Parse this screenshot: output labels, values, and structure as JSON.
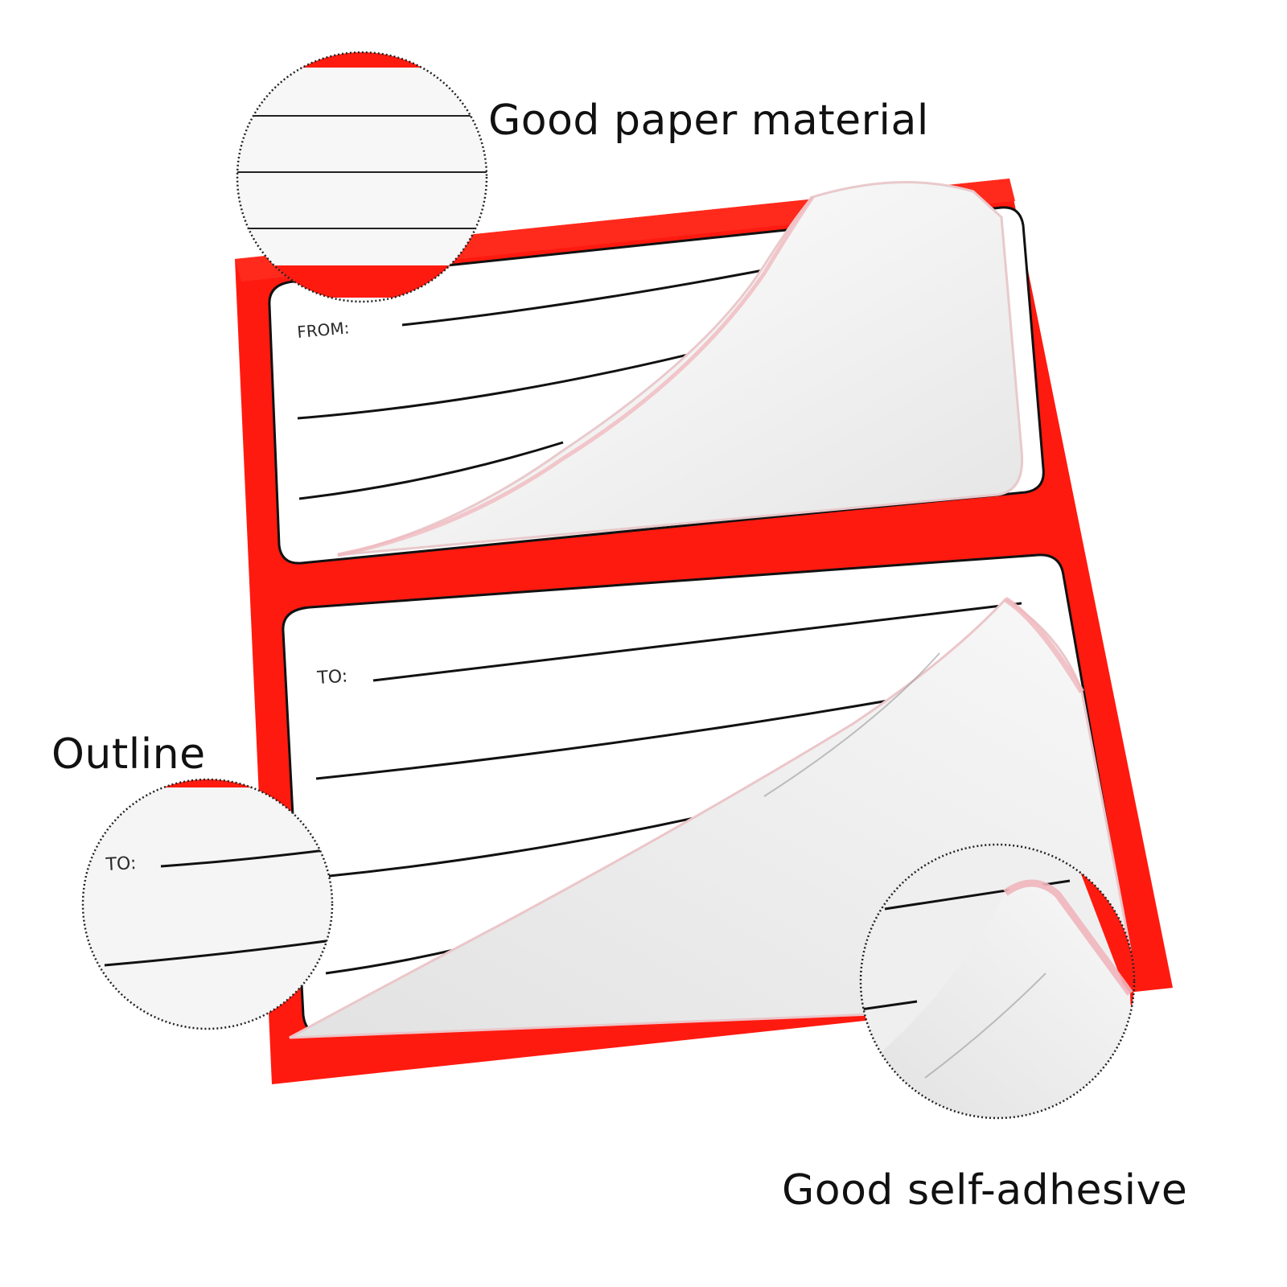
{
  "captions": {
    "paper": "Good paper material",
    "outline": "Outline",
    "adhesive": "Good self-adhesive"
  },
  "labels": {
    "from": "FROM:",
    "to": "TO:",
    "zoom_to": "TO:"
  },
  "colors": {
    "sheet_red": "#ff1a10",
    "label_white": "#ffffff",
    "outline_black": "#111111",
    "backing": "#f2f2f2"
  }
}
